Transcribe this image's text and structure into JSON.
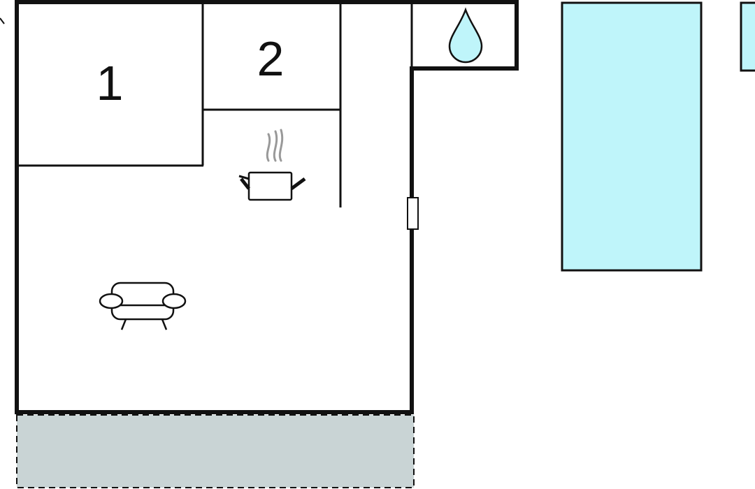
{
  "rooms": [
    {
      "label": "1",
      "type": "bedroom"
    },
    {
      "label": "2",
      "type": "bedroom"
    }
  ],
  "icons": {
    "water": "water-drop-icon",
    "kitchen": "cooking-pot-icon",
    "living": "sofa-icon"
  },
  "colors": {
    "wall": "#111111",
    "pool": "#bff5fa",
    "terrace": "#c9d4d5",
    "water": "#bff5fa",
    "steam": "#999999"
  }
}
